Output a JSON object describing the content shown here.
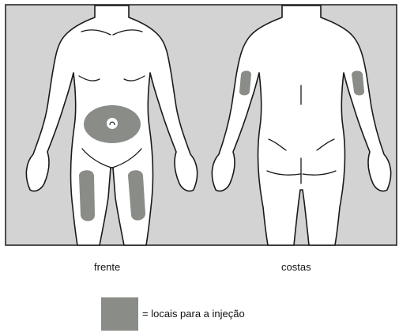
{
  "labels": {
    "front": "frente",
    "back": "costas"
  },
  "legend": {
    "text": "= locais para a injeção"
  },
  "colors": {
    "panel_background": "#d3d3d3",
    "body_fill": "#ffffff",
    "outline": "#1a1a1a",
    "injection_site": "#8a8c87"
  }
}
